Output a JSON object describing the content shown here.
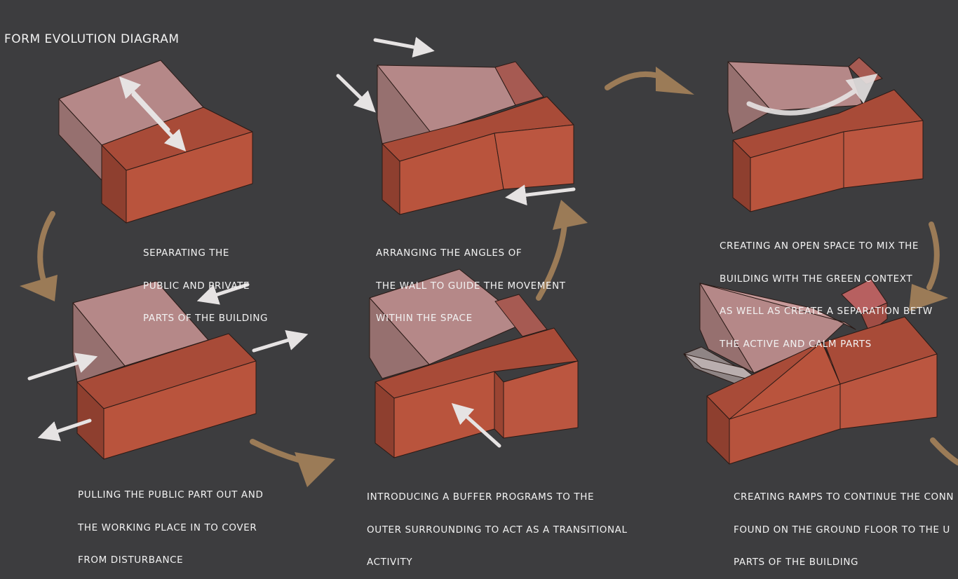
{
  "title": "FORM EVOLUTION DIAGRAM",
  "colors": {
    "background": "#3d3d3f",
    "public_volume": "#b07f7f",
    "private_volume": "#b9543d",
    "flow_arrow": "#9b7b57",
    "movement_arrow": "#e6e3e3"
  },
  "steps": [
    {
      "lines": [
        "SEPARATING THE",
        "PUBLIC AND PRIVATE",
        "PARTS OF THE BUILDING"
      ]
    },
    {
      "lines": [
        "ARRANGING THE ANGLES OF",
        "THE WALL TO GUIDE THE MOVEMENT",
        "WITHIN THE SPACE"
      ]
    },
    {
      "lines": [
        "CREATING AN OPEN SPACE TO MIX THE",
        "BUILDING WITH THE GREEN CONTEXT",
        "AS WELL AS CREATE A SEPARATION BETW",
        "THE ACTIVE AND CALM PARTS"
      ]
    },
    {
      "lines": [
        "PULLING THE PUBLIC PART OUT AND",
        "THE WORKING PLACE IN TO COVER",
        "FROM DISTURBANCE"
      ]
    },
    {
      "lines": [
        "INTRODUCING A BUFFER PROGRAMS TO THE",
        "OUTER SURROUNDING TO ACT AS A TRANSITIONAL",
        "ACTIVITY"
      ]
    },
    {
      "lines": [
        "CREATING RAMPS TO CONTINUE THE CONN",
        "FOUND ON THE GROUND FLOOR TO THE U",
        "PARTS OF THE BUILDING"
      ]
    }
  ]
}
